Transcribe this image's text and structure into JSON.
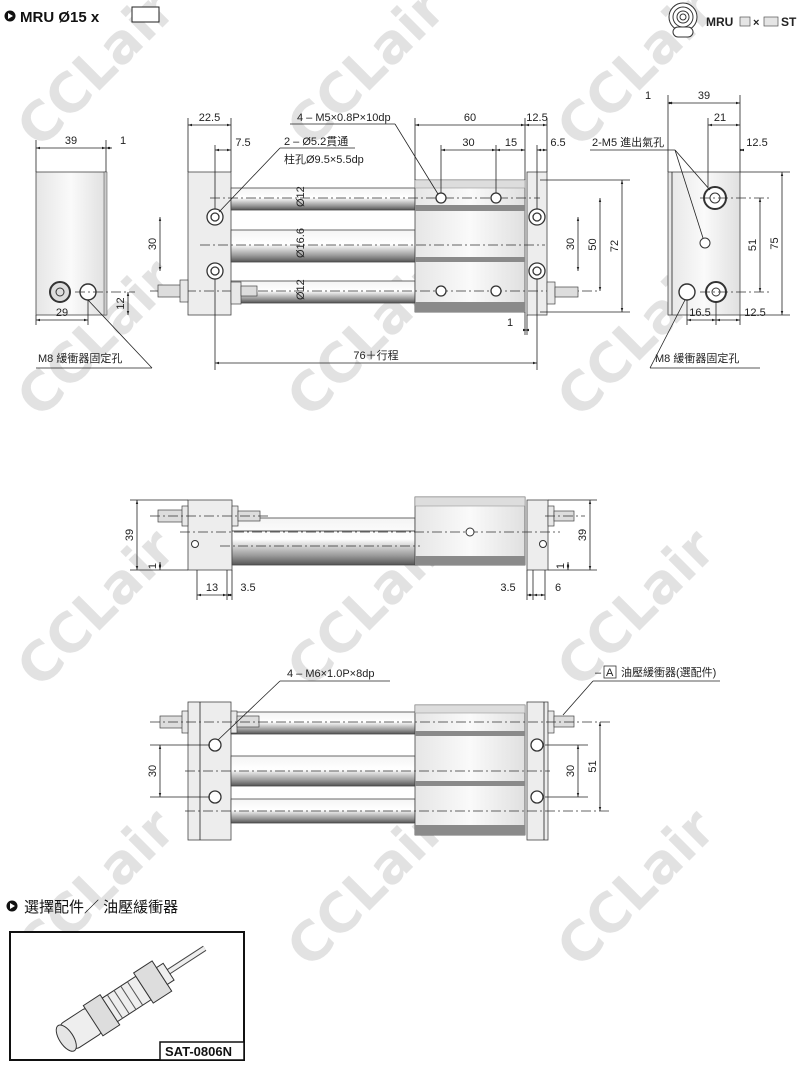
{
  "header": {
    "title": "MRU Ø15 x",
    "model_code": {
      "prefix": "MRU",
      "times": "×",
      "suffix": "ST"
    },
    "icon": "cylinder-bore-icon"
  },
  "watermark": {
    "text": "CCLair"
  },
  "top_view": {
    "left_end": {
      "width": "39",
      "gap": "1",
      "height": "12",
      "hole_offset": "29",
      "note": "M8 緩衝器固定孔"
    },
    "front": {
      "plate_width": "22.5",
      "hole_offset": "7.5",
      "block_length": "60",
      "end_plate": "12.5",
      "hole_pitch": "30",
      "hole_edge": "15",
      "end_hole": "6.5",
      "left_pitch": "30",
      "right_pitch": "30",
      "rod_pitch": "50",
      "height": "72",
      "gap": "1",
      "total_length": "76＋行程",
      "rod_upper": "Ø12",
      "rod_mid": "Ø16.6",
      "rod_lower": "Ø12",
      "note_tap": "4 – M5×0.8P×10dp",
      "note_through_1": "2 – Ø5.2貫通",
      "note_through_2": "柱孔Ø9.5×5.5dp"
    },
    "right_end": {
      "gap": "1",
      "width": "39",
      "port_offset": "21",
      "edge": "12.5",
      "pitch": "51",
      "height": "75",
      "bottom_left": "16.5",
      "bottom_right": "12.5",
      "note_port": "2-M5 進出氣孔",
      "note_bumper": "M8 緩衝器固定孔"
    }
  },
  "side_view": {
    "height_left": "39",
    "gap_left": "1",
    "height_right": "39",
    "gap_right": "1",
    "slot_left": "13",
    "edge_left": "3.5",
    "edge_right": "3.5",
    "slot_right": "6"
  },
  "bottom_view": {
    "note_tap": "4 – M6×1.0P×8dp",
    "note_bumper_tag": "A",
    "note_bumper": "油壓緩衝器(選配件)",
    "pitch_left": "30",
    "pitch_right": "30",
    "height": "51",
    "dash": "–"
  },
  "accessory": {
    "title": "選擇配件／ 油壓緩衝器",
    "model": "SAT-0806N"
  }
}
